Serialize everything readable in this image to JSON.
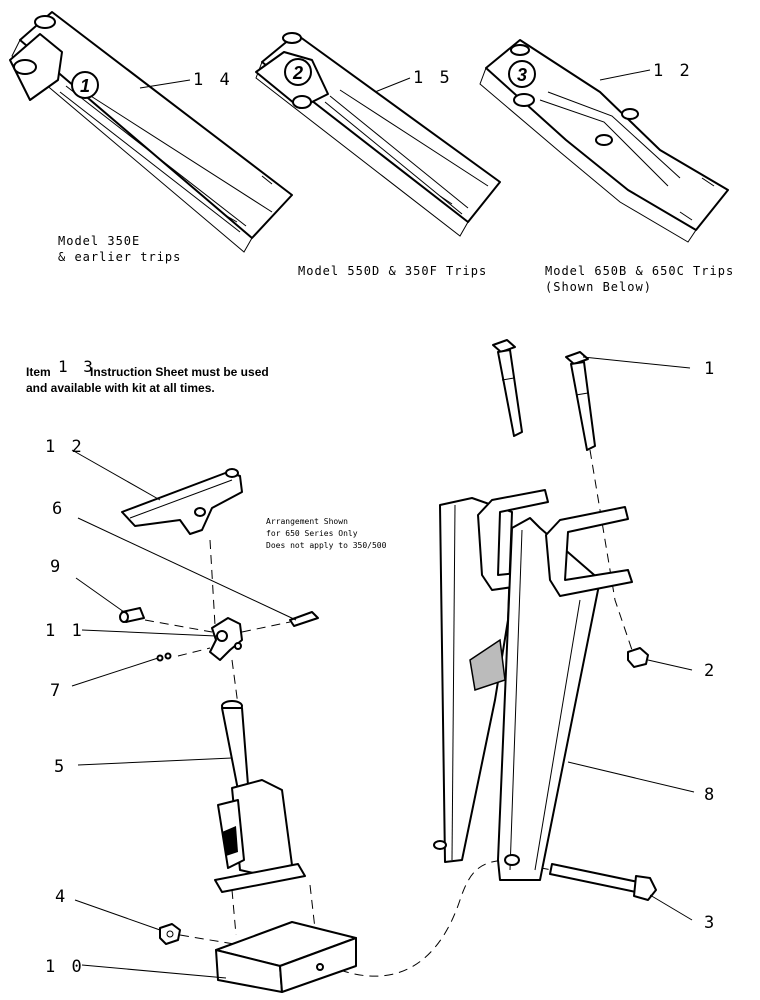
{
  "bracket_labels": [
    {
      "number": "1",
      "part": "1 4"
    },
    {
      "number": "2",
      "part": "1 5"
    },
    {
      "number": "3",
      "part": "1 2"
    }
  ],
  "captions": {
    "model_350e_line1": "Model 350E",
    "model_350e_line2": "& earlier trips",
    "model_550d": "Model 550D & 350F Trips",
    "model_650_line1": "Model 650B & 650C Trips",
    "model_650_line2": "(Shown Below)"
  },
  "instruction": {
    "prefix": "Item",
    "item_number": "1 3",
    "line1_rest": "Instruction Sheet must be used",
    "line2": "and available with kit at all times."
  },
  "arrangement_note": {
    "line1": "Arrangement Shown",
    "line2": "for 650 Series Only",
    "line3": "Does not apply to 350/500"
  },
  "callouts": {
    "c1": "1",
    "c2": "2",
    "c3": "3",
    "c4": "4",
    "c5": "5",
    "c6": "6",
    "c7": "7",
    "c8": "8",
    "c9": "9",
    "c10": "1 0",
    "c11": "1 1",
    "c12": "1 2"
  }
}
